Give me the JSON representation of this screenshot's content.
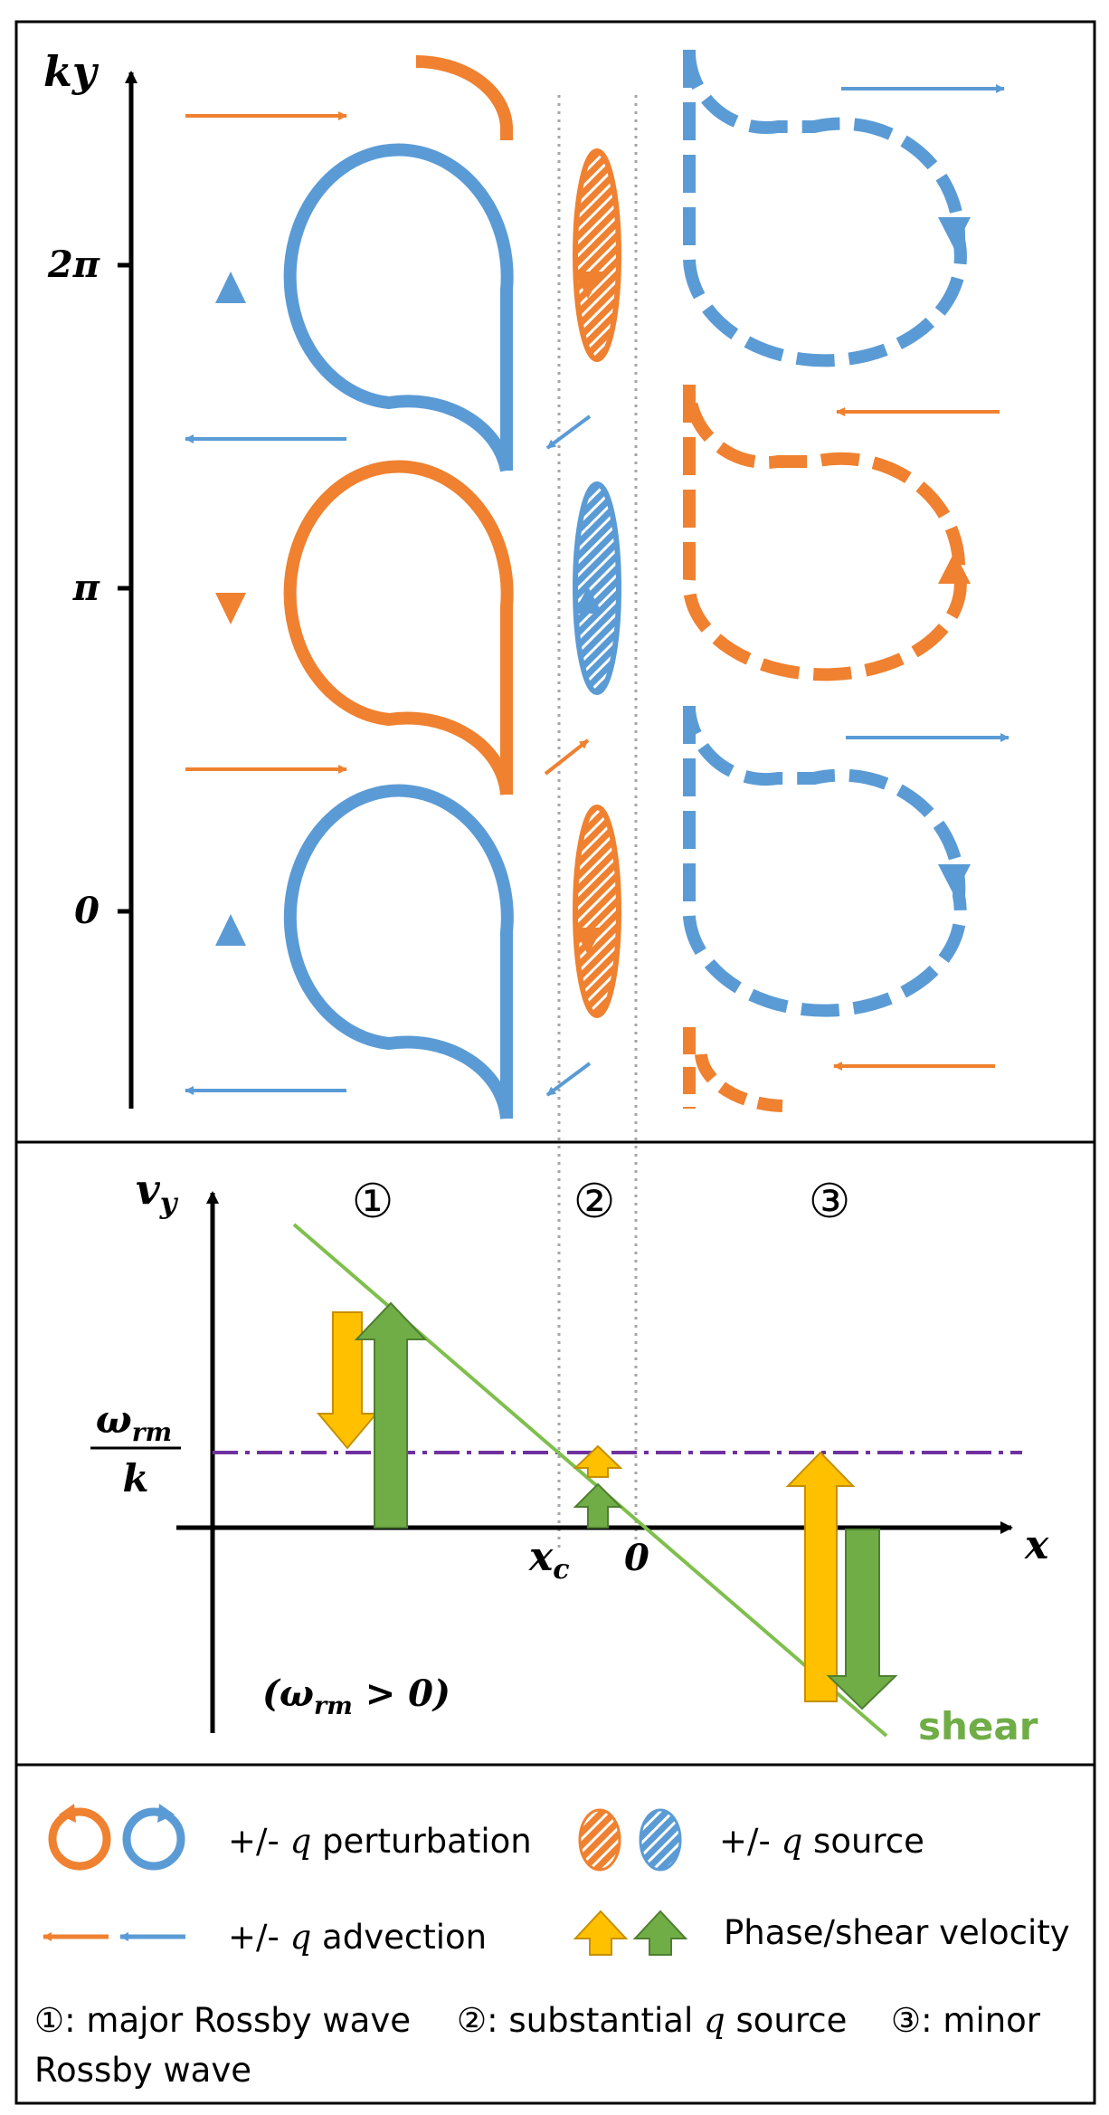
{
  "colors": {
    "orange": "#ef8130",
    "blue": "#5b9bd5",
    "yellow": "#ffc000",
    "green": "#70ad47",
    "green_dark": "#4e7f2f",
    "yellow_dark": "#c58f00",
    "shear_line": "#7fbf4d",
    "purple": "#7030a0",
    "grid_dotted": "#a6a6a6"
  },
  "top_panel": {
    "axis_label": "ky",
    "ticks": [
      "2π",
      "π",
      "0"
    ]
  },
  "middle_panel": {
    "y_axis_label": "v",
    "y_axis_sub": "y",
    "x_axis_label": "x",
    "region_labels": [
      "①",
      "②",
      "③"
    ],
    "phase_label_top": "ω",
    "phase_label_top_sub": "rm",
    "phase_label_bottom": "k",
    "xc_label": "x",
    "xc_sub": "c",
    "zero_label": "0",
    "condition_open": "(ω",
    "condition_sub": "rm",
    "condition_close": " > 0)",
    "shear_label": "shear"
  },
  "legend": {
    "perturbation_text": "+/- ",
    "perturbation_q": "q",
    "perturbation_rest": " perturbation",
    "source_text": "+/- ",
    "source_q": "q",
    "source_rest": " source",
    "advection_text": "+/- ",
    "advection_q": "q",
    "advection_rest": " advection",
    "velocity_text": "Phase/shear velocity",
    "note_1": "①: major Rossby wave",
    "note_2a": "②: substantial ",
    "note_2q": "q",
    "note_2b": " source",
    "note_3": "③: minor",
    "note_3b": "Rossby wave"
  }
}
